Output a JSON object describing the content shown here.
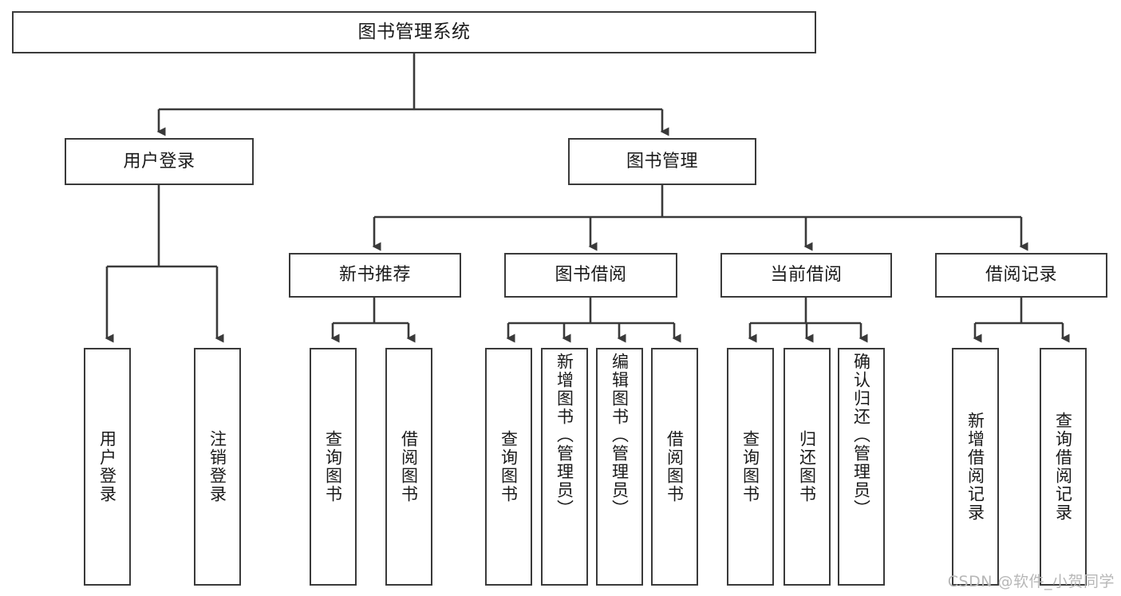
{
  "diagram": {
    "title": "图书管理系统",
    "watermark": "CSDN @软件_小贺同学",
    "colors": {
      "stroke": "#3a3a3a",
      "box_fill": "#ffffff",
      "text": "#1a1a1a",
      "watermark": "#b7b7b7",
      "background": "#ffffff"
    },
    "levels": {
      "root": [
        "图书管理系统"
      ],
      "level2": [
        "用户登录",
        "图书管理"
      ],
      "level3": [
        "新书推荐",
        "图书借阅",
        "当前借阅",
        "借阅记录"
      ],
      "leaves": [
        "用户登录",
        "注销登录",
        "查询图书",
        "借阅图书",
        "查询图书",
        "新增图书（管理员）",
        "编辑图书（管理员）",
        "借阅图书",
        "查询图书",
        "归还图书",
        "确认归还（管理员）",
        "新增借阅记录",
        "查询借阅记录"
      ]
    },
    "nodes": {
      "root": {
        "label": "图书管理系统"
      },
      "user_login": {
        "label": "用户登录"
      },
      "book_manage": {
        "label": "图书管理"
      },
      "new_book_rec": {
        "label": "新书推荐"
      },
      "book_borrow": {
        "label": "图书借阅"
      },
      "current_borrow": {
        "label": "当前借阅"
      },
      "borrow_record": {
        "label": "借阅记录"
      },
      "leaf_user_login": {
        "label": "用户登录"
      },
      "leaf_logout": {
        "label": "注销登录"
      },
      "leaf_query_book_1": {
        "label": "查询图书"
      },
      "leaf_borrow_book_1": {
        "label": "借阅图书"
      },
      "leaf_query_book_2": {
        "label": "查询图书"
      },
      "leaf_add_book": {
        "label": "新增图书（管理员）"
      },
      "leaf_edit_book": {
        "label": "编辑图书（管理员）"
      },
      "leaf_borrow_book_2": {
        "label": "借阅图书"
      },
      "leaf_query_book_3": {
        "label": "查询图书"
      },
      "leaf_return_book": {
        "label": "归还图书"
      },
      "leaf_confirm_return": {
        "label": "确认归还（管理员）"
      },
      "leaf_add_record": {
        "label": "新增借阅记录"
      },
      "leaf_query_record": {
        "label": "查询借阅记录"
      }
    }
  }
}
